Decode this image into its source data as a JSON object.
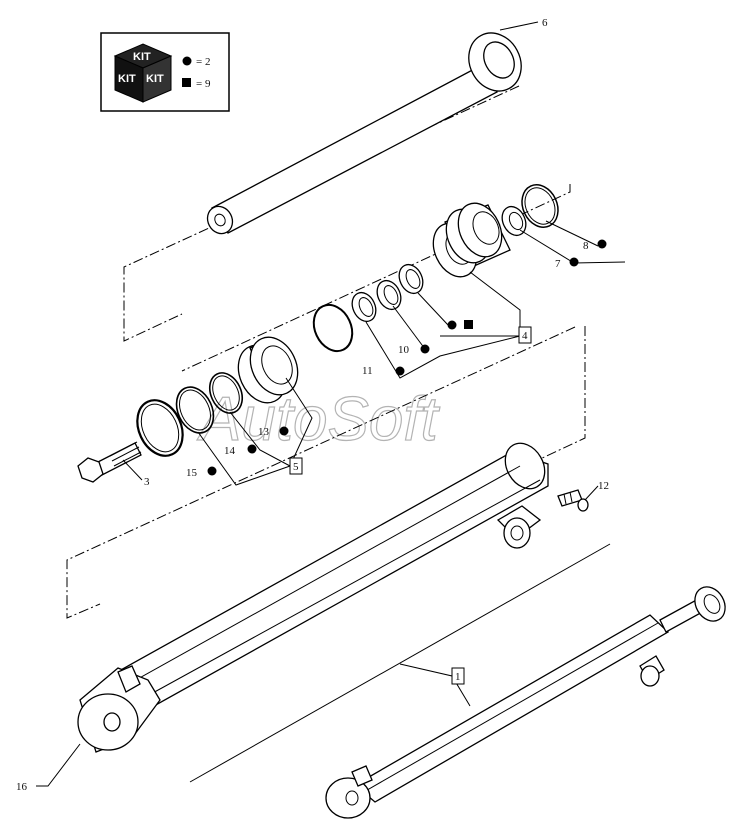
{
  "watermark": "AutoSoft",
  "kit_legend": {
    "badge_text_top": "KIT",
    "badge_text_left": "KIT",
    "badge_text_right": "KIT",
    "circle_eq": "= 2",
    "square_eq": "= 9"
  },
  "callouts": {
    "c1": "1",
    "c3": "3",
    "c4": "4",
    "c5": "5",
    "c6": "6",
    "c7": "7",
    "c8": "8",
    "c10": "10",
    "c11": "11",
    "c12": "12",
    "c13": "13",
    "c14": "14",
    "c15": "15",
    "c16": "16"
  }
}
